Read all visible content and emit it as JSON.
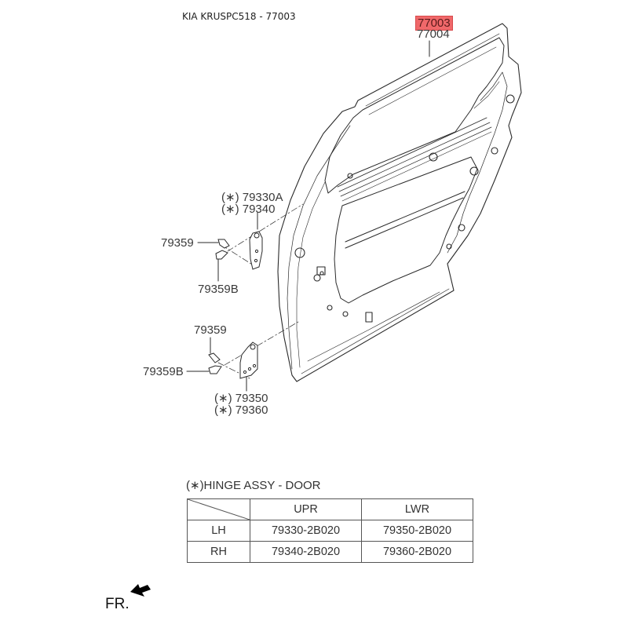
{
  "header": {
    "title": "KIA KRUSPC518 - 77003"
  },
  "callouts": {
    "door_main_highlighted": "77003",
    "door_alt": "77004",
    "upper_hinge_1": "(∗) 79330A",
    "upper_hinge_2": "(∗)  79340",
    "upper_bolt": "79359",
    "upper_bolt_b": "79359B",
    "lower_bolt": "79359",
    "lower_bolt_b": "79359B",
    "lower_hinge_1": "(∗) 79350",
    "lower_hinge_2": "(∗) 79360"
  },
  "highlight_color": "#f0686a",
  "legend": {
    "title": "(∗)HINGE ASSY - DOOR",
    "columns": [
      "",
      "UPR",
      "LWR"
    ],
    "rows": [
      {
        "side": "LH",
        "upr": "79330-2B020",
        "lwr": "79350-2B020"
      },
      {
        "side": "RH",
        "upr": "79340-2B020",
        "lwr": "79360-2B020"
      }
    ]
  },
  "orientation": {
    "label": "FR.",
    "icon": "front-direction-arrow-icon"
  }
}
